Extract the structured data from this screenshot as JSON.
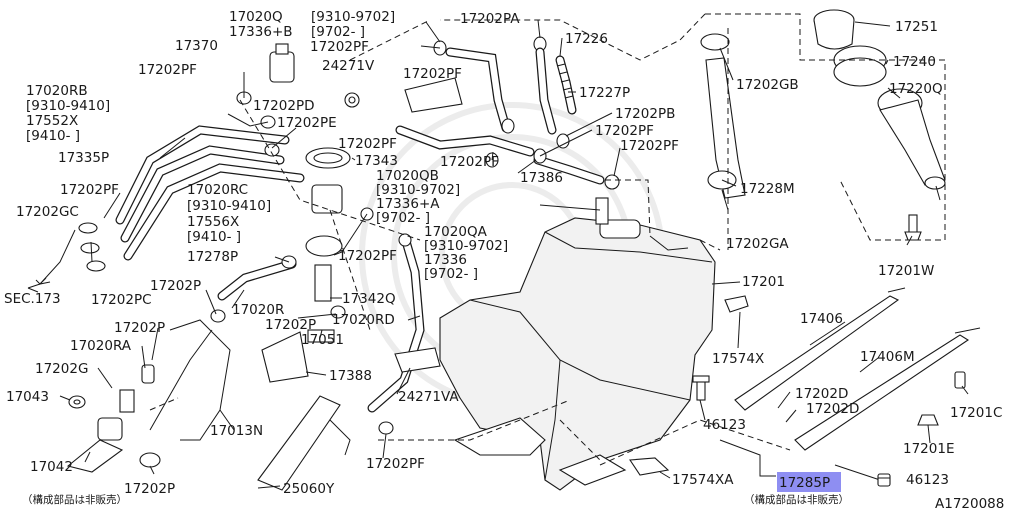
{
  "labels": {
    "p17020Q": "17020Q",
    "p17336B": "17336+B",
    "p9310_9702_top": "[9310-9702]",
    "p9702_top": "[9702-   ]",
    "p17202PA": "17202PA",
    "p17226": "17226",
    "p17251": "17251",
    "p17370": "17370",
    "p17202PF_a": "17202PF",
    "p24271V": "24271V",
    "p17202PF_b": "17202PF",
    "p17202PF_c": "17202PF",
    "p17227P": "17227P",
    "p17202GB": "17202GB",
    "p17240": "17240",
    "p17220Q": "17220Q",
    "p17020RB": "17020RB",
    "p9310_9410_a": "[9310-9410]",
    "p17552X": "17552X",
    "p9410_a": "[9410-     ]",
    "p17202PD": "17202PD",
    "p17202PE": "17202PE",
    "p17202PB": "17202PB",
    "p17202PF_d": "17202PF",
    "p17335P": "17335P",
    "p17202PF_e": "17202PF",
    "p17343": "17343",
    "p17202PF_f": "17202PF",
    "p17202PF_g": "17202PF",
    "p17386": "17386",
    "p17020QB": "17020QB",
    "p9310_9702_b": "[9310-9702]",
    "p17336A": "17336+A",
    "p9702_b": "[9702-     ]",
    "p17228M": "17228M",
    "p17202PF_h": "17202PF",
    "p17020RC": "17020RC",
    "p9310_9410_b": "[9310-9410]",
    "p17556X": "17556X",
    "p9410_b": "[9410-     ]",
    "p17202GC": "17202GC",
    "p17020QA": "17020QA",
    "p9310_9702_c": "[9310-9702]",
    "p17336": "17336",
    "p9702_c": "[9702-     ]",
    "p17202GA": "17202GA",
    "p17278P": "17278P",
    "p17202PF_i": "17202PF",
    "p17201W": "17201W",
    "sec173": "SEC.173",
    "p17202PC": "17202PC",
    "p17201": "17201",
    "p17202P_a": "17202P",
    "p17020R": "17020R",
    "p17342Q": "17342Q",
    "p17202P_b": "17202P",
    "p17020RD": "17020RD",
    "p17202P_c": "17202P",
    "p17051": "17051",
    "p17406": "17406",
    "p17020RA": "17020RA",
    "p17574X": "17574X",
    "p17406M": "17406M",
    "p17202G": "17202G",
    "p17388": "17388",
    "p17043": "17043",
    "p24271VA": "24271VA",
    "p46123_a": "46123",
    "p17202D_a": "17202D",
    "p17202D_b": "17202D",
    "p17201C": "17201C",
    "p17013N": "17013N",
    "p17201E": "17201E",
    "p17202PF_j": "17202PF",
    "p17042": "17042",
    "p17202P_d": "17202P",
    "p17574XA": "17574XA",
    "p46123_b": "46123",
    "p17285P": "17285P",
    "p25060Y": "25060Y",
    "note_left": "（構成部品は非販売）",
    "note_right": "（構成部品は非販売）",
    "figure_code": "A1720088"
  },
  "colors": {
    "line": "#1a1a1a",
    "highlight": "#8e8ef2",
    "background": "#ffffff",
    "watermark": "#ececec"
  }
}
